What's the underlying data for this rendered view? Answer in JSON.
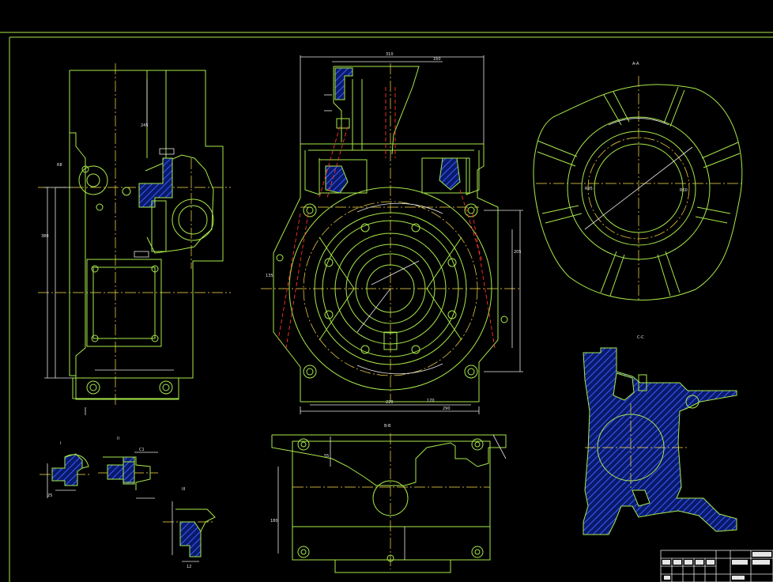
{
  "colors": {
    "background": "#000000",
    "outline": "#a8e84a",
    "dimension": "#e6e6e6",
    "centerline": "#ffe14a",
    "hidden": "#ff3030",
    "section_hatch": "#3a5cff"
  },
  "views": {
    "section_ad_label": "A-A",
    "section_bottom_label": "B-B",
    "section_right_label": "C-C"
  }
}
